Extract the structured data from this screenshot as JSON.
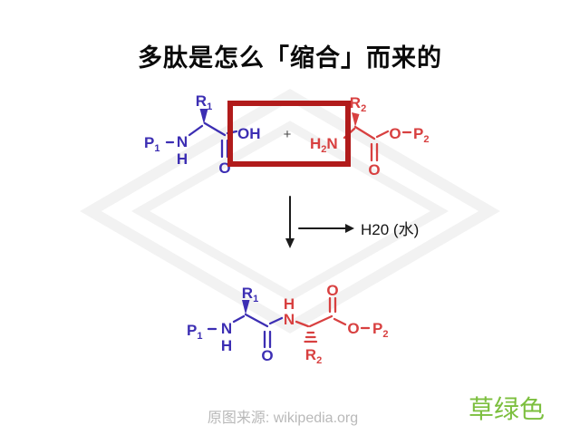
{
  "title": "多肽是怎么「缩合」而来的",
  "labels": {
    "P": "P",
    "R": "R",
    "N": "N",
    "H": "H",
    "O": "O",
    "OH": "OH",
    "sub1": "1",
    "sub2": "2",
    "plus": "+",
    "water": "H20 (水)"
  },
  "footer": {
    "source": "原图来源: wikipedia.org",
    "color_note": "草绿色"
  },
  "colors": {
    "blue": "#3c2eb3",
    "red": "#d84040",
    "highlight_box": "#b11b1b",
    "green": "#7cbf3e",
    "caption_gray": "#b9b9b9",
    "arrow": "#1b1b1b",
    "watermark": "#f2f2f2"
  }
}
